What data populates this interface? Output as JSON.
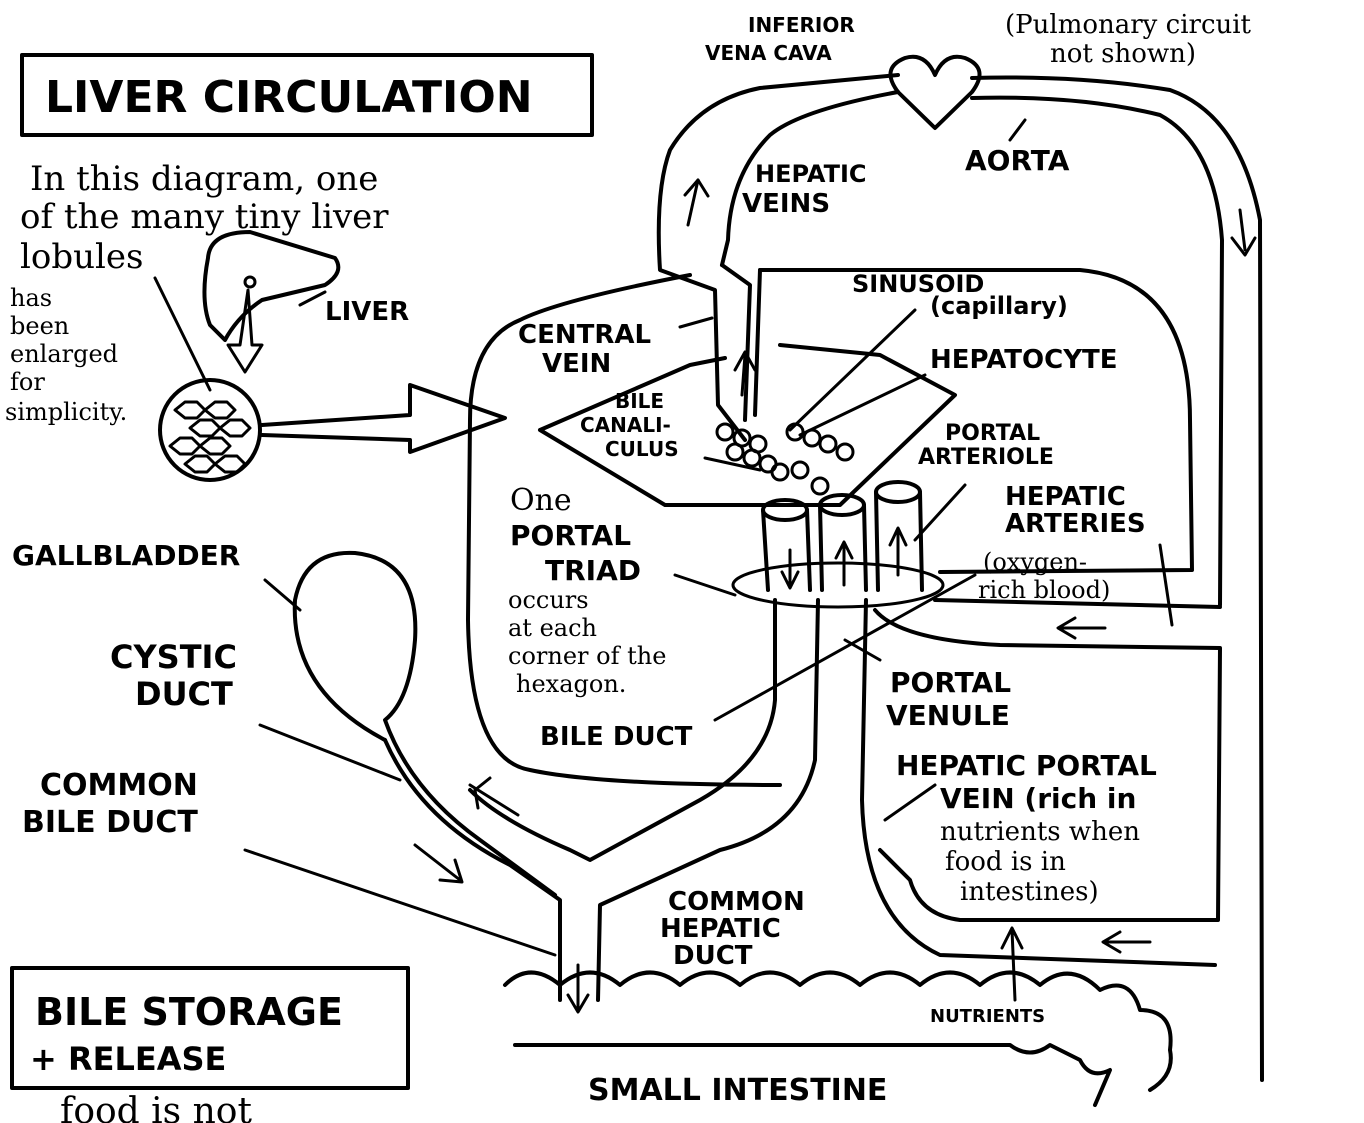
{
  "title": "LIVER CIRCULATION",
  "intro": {
    "line1": "In this diagram, one",
    "line2": "of the many tiny liver",
    "line3": "lobules",
    "line4": "has",
    "line5": "been",
    "line6": "enlarged",
    "line7": "for",
    "line8": "simplicity."
  },
  "labels": {
    "liver": "LIVER",
    "inferior_vena_cava_1": "INFERIOR",
    "inferior_vena_cava_2": "VENA CAVA",
    "pulmonary_1": "(Pulmonary circuit",
    "pulmonary_2": "not shown)",
    "aorta": "AORTA",
    "hepatic_veins_1": "HEPATIC",
    "hepatic_veins_2": "VEINS",
    "sinusoid_1": "SINUSOID",
    "sinusoid_2": "(capillary)",
    "hepatocyte": "HEPATOCYTE",
    "central_vein_1": "CENTRAL",
    "central_vein_2": "VEIN",
    "bile_canaliculus_1": "BILE",
    "bile_canaliculus_2": "CANALI-",
    "bile_canaliculus_3": "CULUS",
    "portal_arteriole_1": "PORTAL",
    "portal_arteriole_2": "ARTERIOLE",
    "hepatic_arteries_1": "HEPATIC",
    "hepatic_arteries_2": "ARTERIES",
    "hepatic_arteries_3": "(oxygen-",
    "hepatic_arteries_4": "rich blood)",
    "portal_triad_1": "One",
    "portal_triad_2": "PORTAL",
    "portal_triad_3": "TRIAD",
    "portal_triad_4": "occurs",
    "portal_triad_5": "at each",
    "portal_triad_6": "corner of the",
    "portal_triad_7": "hexagon.",
    "bile_duct": "BILE DUCT",
    "gallbladder": "GALLBLADDER",
    "cystic_duct_1": "CYSTIC",
    "cystic_duct_2": "DUCT",
    "common_bile_duct_1": "COMMON",
    "common_bile_duct_2": "BILE DUCT",
    "portal_venule_1": "PORTAL",
    "portal_venule_2": "VENULE",
    "hepatic_portal_1": "HEPATIC PORTAL",
    "hepatic_portal_2": "VEIN (rich in",
    "hepatic_portal_3": "nutrients when",
    "hepatic_portal_4": "food is in",
    "hepatic_portal_5": "intestines)",
    "common_hepatic_1": "COMMON",
    "common_hepatic_2": "HEPATIC",
    "common_hepatic_3": "DUCT",
    "nutrients": "NUTRIENTS",
    "small_intestine": "SMALL INTESTINE"
  },
  "bile_box": {
    "line1": "BILE STORAGE",
    "line2": "+ RELEASE"
  },
  "footer_fragment": "food is not"
}
